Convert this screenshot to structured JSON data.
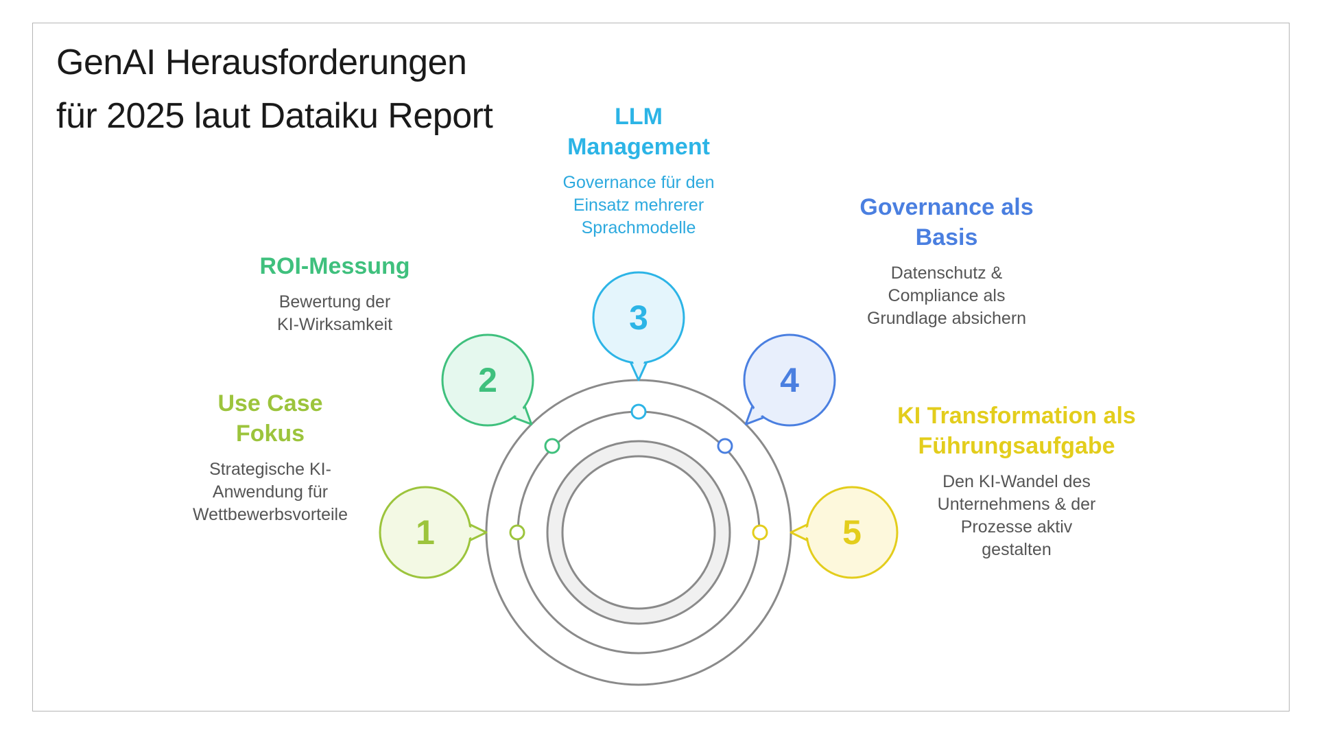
{
  "title": {
    "line1": "GenAI Herausforderungen",
    "line2": "für 2025 laut Dataiku Report"
  },
  "items": [
    {
      "number": "1",
      "title": [
        "Use Case",
        "Fokus"
      ],
      "desc": [
        "Strategische KI-",
        "Anwendung für",
        "Wettbewerbsvorteile"
      ],
      "color": "#9cc43c",
      "fill": "#f3f9e4",
      "desc_color": "#555555"
    },
    {
      "number": "2",
      "title": [
        "ROI-Messung"
      ],
      "desc": [
        "Bewertung der",
        "KI-Wirksamkeit"
      ],
      "color": "#3fc07d",
      "fill": "#e5f8ee",
      "desc_color": "#555555"
    },
    {
      "number": "3",
      "title": [
        "LLM",
        "Management"
      ],
      "desc": [
        "Governance für den",
        "Einsatz mehrerer",
        "Sprachmodelle"
      ],
      "color": "#2cb4e6",
      "fill": "#e4f5fc",
      "desc_color": "#2ca9de"
    },
    {
      "number": "4",
      "title": [
        "Governance als",
        "Basis"
      ],
      "desc": [
        "Datenschutz &",
        "Compliance als",
        "Grundlage absichern"
      ],
      "color": "#4a7fe0",
      "fill": "#e8effc",
      "desc_color": "#555555"
    },
    {
      "number": "5",
      "title": [
        "KI Transformation als",
        "Führungsaufgabe"
      ],
      "desc": [
        "Den KI-Wandel des",
        "Unternehmens & der",
        "Prozesse aktiv",
        "gestalten"
      ],
      "color": "#e3cd1c",
      "fill": "#fdf8dc",
      "desc_color": "#555555"
    }
  ]
}
